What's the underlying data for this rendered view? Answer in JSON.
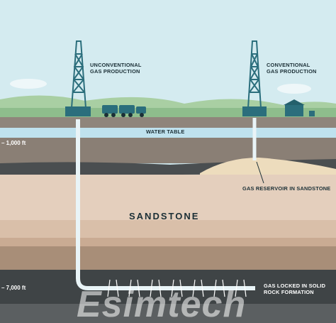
{
  "labels": {
    "unconventional": "UNCONVENTIONAL GAS PRODUCTION",
    "conventional": "CONVENTIONAL GAS PRODUCTION",
    "water_table": "WATER TABLE",
    "depth_1000": "– 1,000 ft",
    "depth_7000": "– 7,000 ft",
    "sandstone": "SANDSTONE",
    "gas_reservoir": "GAS RESERVOIR IN SANDSTONE",
    "gas_locked": "GAS LOCKED IN SOLID ROCK FORMATION"
  },
  "watermark": "Esimtech",
  "colors": {
    "sky": "#cfe8ee",
    "grass": "#9cc79a",
    "soil": "#8a7f75",
    "water": "#bfe2ee",
    "sandstone": "#e6d3c3",
    "shale": "#3f4446",
    "reservoir": "#eddcbd",
    "rig": "#2b6e7c"
  }
}
